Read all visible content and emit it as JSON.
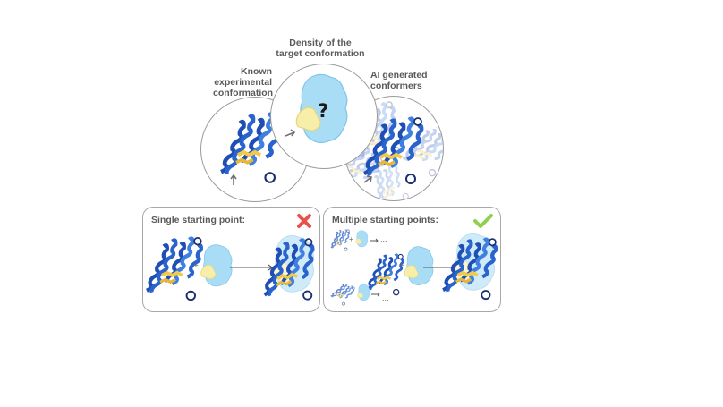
{
  "labels": {
    "density_line1": "Density of the",
    "density_line2": "target conformation",
    "known_line1": "Known",
    "known_line2": "experimental",
    "known_line3": "conformation",
    "ai_line1": "AI generated",
    "ai_line2": "conformers",
    "question": "?"
  },
  "panels": {
    "single": {
      "title": "Single starting point:",
      "status": "fail",
      "status_color": "#e8534a"
    },
    "multiple": {
      "title": "Multiple starting points:",
      "status": "success",
      "status_color": "#8fd14f"
    }
  },
  "glyphs": {
    "plus": "+",
    "ellipsis": "..."
  },
  "colors": {
    "helix_dark": "#1f4fb5",
    "helix_light": "#3f7fe0",
    "ligand_yellow": "#f3c94a",
    "density_blue": "#a9dcf5",
    "density_yellow": "#f7eeaa",
    "arrow_gray": "#6f6f6f"
  }
}
